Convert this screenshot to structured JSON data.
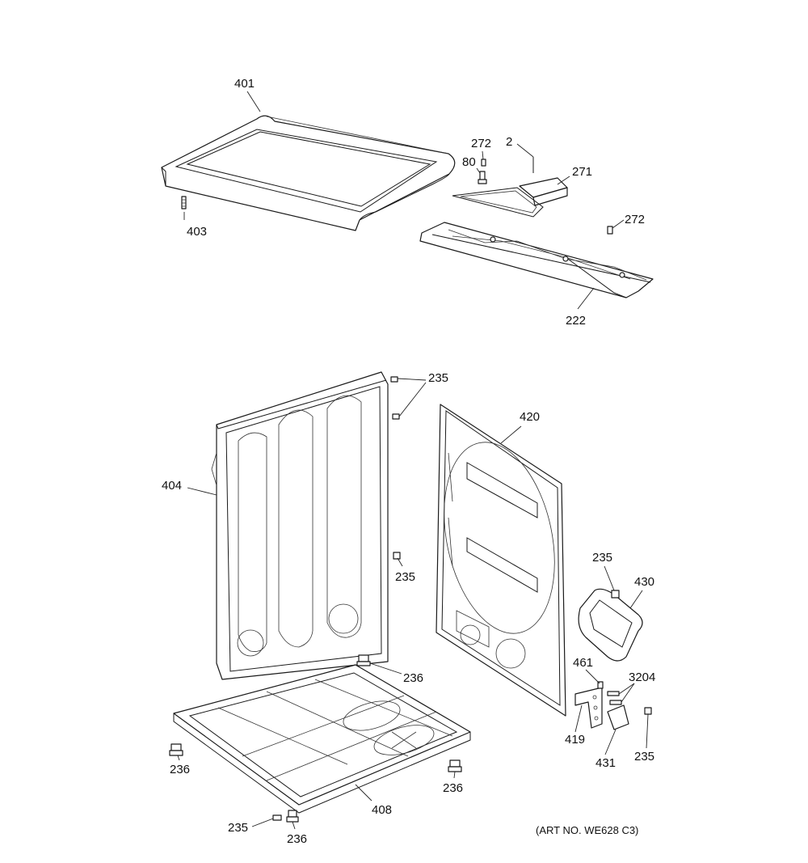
{
  "callouts": [
    {
      "id": "c401",
      "text": "401"
    },
    {
      "id": "c403",
      "text": "403"
    },
    {
      "id": "c272a",
      "text": "272"
    },
    {
      "id": "c2",
      "text": "2"
    },
    {
      "id": "c80",
      "text": "80"
    },
    {
      "id": "c271",
      "text": "271"
    },
    {
      "id": "c272b",
      "text": "272"
    },
    {
      "id": "c222",
      "text": "222"
    },
    {
      "id": "c235a",
      "text": "235"
    },
    {
      "id": "c420",
      "text": "420"
    },
    {
      "id": "c404",
      "text": "404"
    },
    {
      "id": "c235b",
      "text": "235"
    },
    {
      "id": "c235c",
      "text": "235"
    },
    {
      "id": "c430",
      "text": "430"
    },
    {
      "id": "c236a",
      "text": "236"
    },
    {
      "id": "c461",
      "text": "461"
    },
    {
      "id": "c3204",
      "text": "3204"
    },
    {
      "id": "c419",
      "text": "419"
    },
    {
      "id": "c236b",
      "text": "236"
    },
    {
      "id": "c431",
      "text": "431"
    },
    {
      "id": "c235d",
      "text": "235"
    },
    {
      "id": "c236c",
      "text": "236"
    },
    {
      "id": "c408",
      "text": "408"
    },
    {
      "id": "c235e",
      "text": "235"
    },
    {
      "id": "c236d",
      "text": "236"
    }
  ],
  "art_number": "(ART NO. WE628 C3)"
}
